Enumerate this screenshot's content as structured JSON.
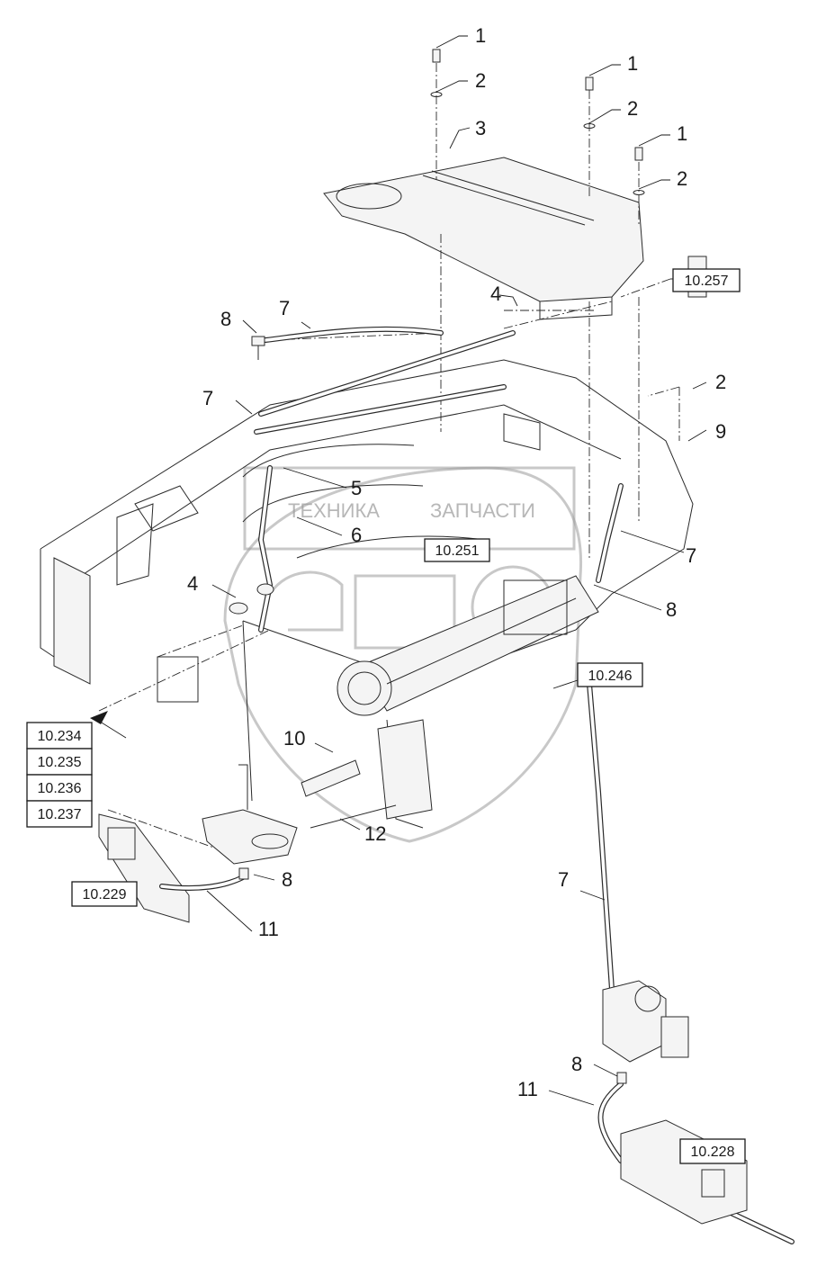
{
  "watermark": {
    "brand_text": "ТЕХНИКА",
    "brand_text_2": "ЗАПЧАСТИ",
    "logo_lettering": "ЭПФ"
  },
  "part_numbers": [
    {
      "id": "p1a",
      "label": "1"
    },
    {
      "id": "p2a",
      "label": "2"
    },
    {
      "id": "p1b",
      "label": "1"
    },
    {
      "id": "p2b",
      "label": "2"
    },
    {
      "id": "p3",
      "label": "3"
    },
    {
      "id": "p1c",
      "label": "1"
    },
    {
      "id": "p2c",
      "label": "2"
    },
    {
      "id": "p4a",
      "label": "4"
    },
    {
      "id": "p8a",
      "label": "8"
    },
    {
      "id": "p7a",
      "label": "7"
    },
    {
      "id": "p7b",
      "label": "7"
    },
    {
      "id": "p2d",
      "label": "2"
    },
    {
      "id": "p9",
      "label": "9"
    },
    {
      "id": "p5",
      "label": "5"
    },
    {
      "id": "p6",
      "label": "6"
    },
    {
      "id": "p7c",
      "label": "7"
    },
    {
      "id": "p4b",
      "label": "4"
    },
    {
      "id": "p8b",
      "label": "8"
    },
    {
      "id": "p10",
      "label": "10"
    },
    {
      "id": "p12",
      "label": "12"
    },
    {
      "id": "p8c",
      "label": "8"
    },
    {
      "id": "p11a",
      "label": "11"
    },
    {
      "id": "p7d",
      "label": "7"
    },
    {
      "id": "p8d",
      "label": "8"
    },
    {
      "id": "p11b",
      "label": "11"
    }
  ],
  "ref_boxes": [
    {
      "id": "r257",
      "label": "10.257"
    },
    {
      "id": "r251",
      "label": "10.251"
    },
    {
      "id": "r246",
      "label": "10.246"
    },
    {
      "id": "r234",
      "label": "10.234"
    },
    {
      "id": "r235",
      "label": "10.235"
    },
    {
      "id": "r236",
      "label": "10.236"
    },
    {
      "id": "r237",
      "label": "10.237"
    },
    {
      "id": "r229",
      "label": "10.229"
    },
    {
      "id": "r228",
      "label": "10.228"
    }
  ]
}
